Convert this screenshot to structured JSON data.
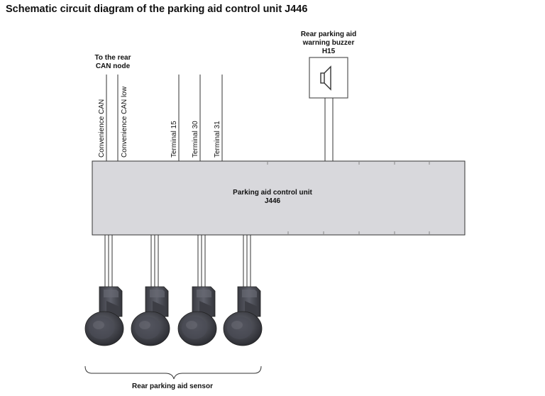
{
  "title": "Schematic circuit diagram of the parking aid control unit J446",
  "can_node": {
    "line1": "To the rear",
    "line2": "CAN node"
  },
  "wires": [
    "Convenience CAN",
    "Convenience CAN low",
    "Terminal 15",
    "Terminal 30",
    "Terminal 31"
  ],
  "buzzer": {
    "line1": "Rear parking aid",
    "line2": "warning buzzer",
    "line3": "H15"
  },
  "control_unit": {
    "line1": "Parking aid control unit",
    "line2": "J446"
  },
  "sensors": {
    "label": "Rear parking aid sensor",
    "count": 4
  },
  "colors": {
    "box_fill": "#d8d8dc",
    "stroke": "#333333",
    "sensor_body": "#4a4c55",
    "sensor_dark": "#2a2b31"
  }
}
